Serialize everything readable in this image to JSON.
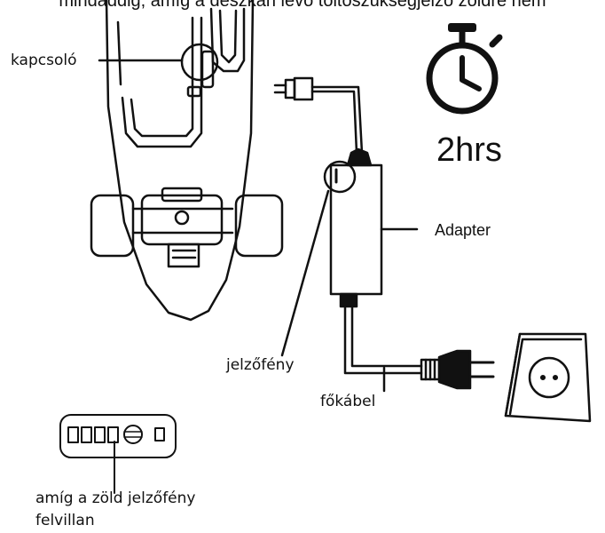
{
  "caption": "mindaddig, amíg a deszkán lévő töltöszükségjelző zöldre nem",
  "labels": {
    "switch": "kapcsoló",
    "duration": "2hrs",
    "adapter": "Adapter",
    "indicator": "jelzőfény",
    "main_cable": "főkábel",
    "battery_note_line1": "amíg a zöld jelzőfény",
    "battery_note_line2": "felvillan"
  },
  "icons": {
    "timer": "stopwatch-icon",
    "skateboard": "skateboard-icon",
    "plug": "power-plug-icon",
    "socket": "wall-socket-icon",
    "battery": "battery-indicator-icon"
  },
  "colors": {
    "line": "#111111",
    "background": "#ffffff"
  }
}
